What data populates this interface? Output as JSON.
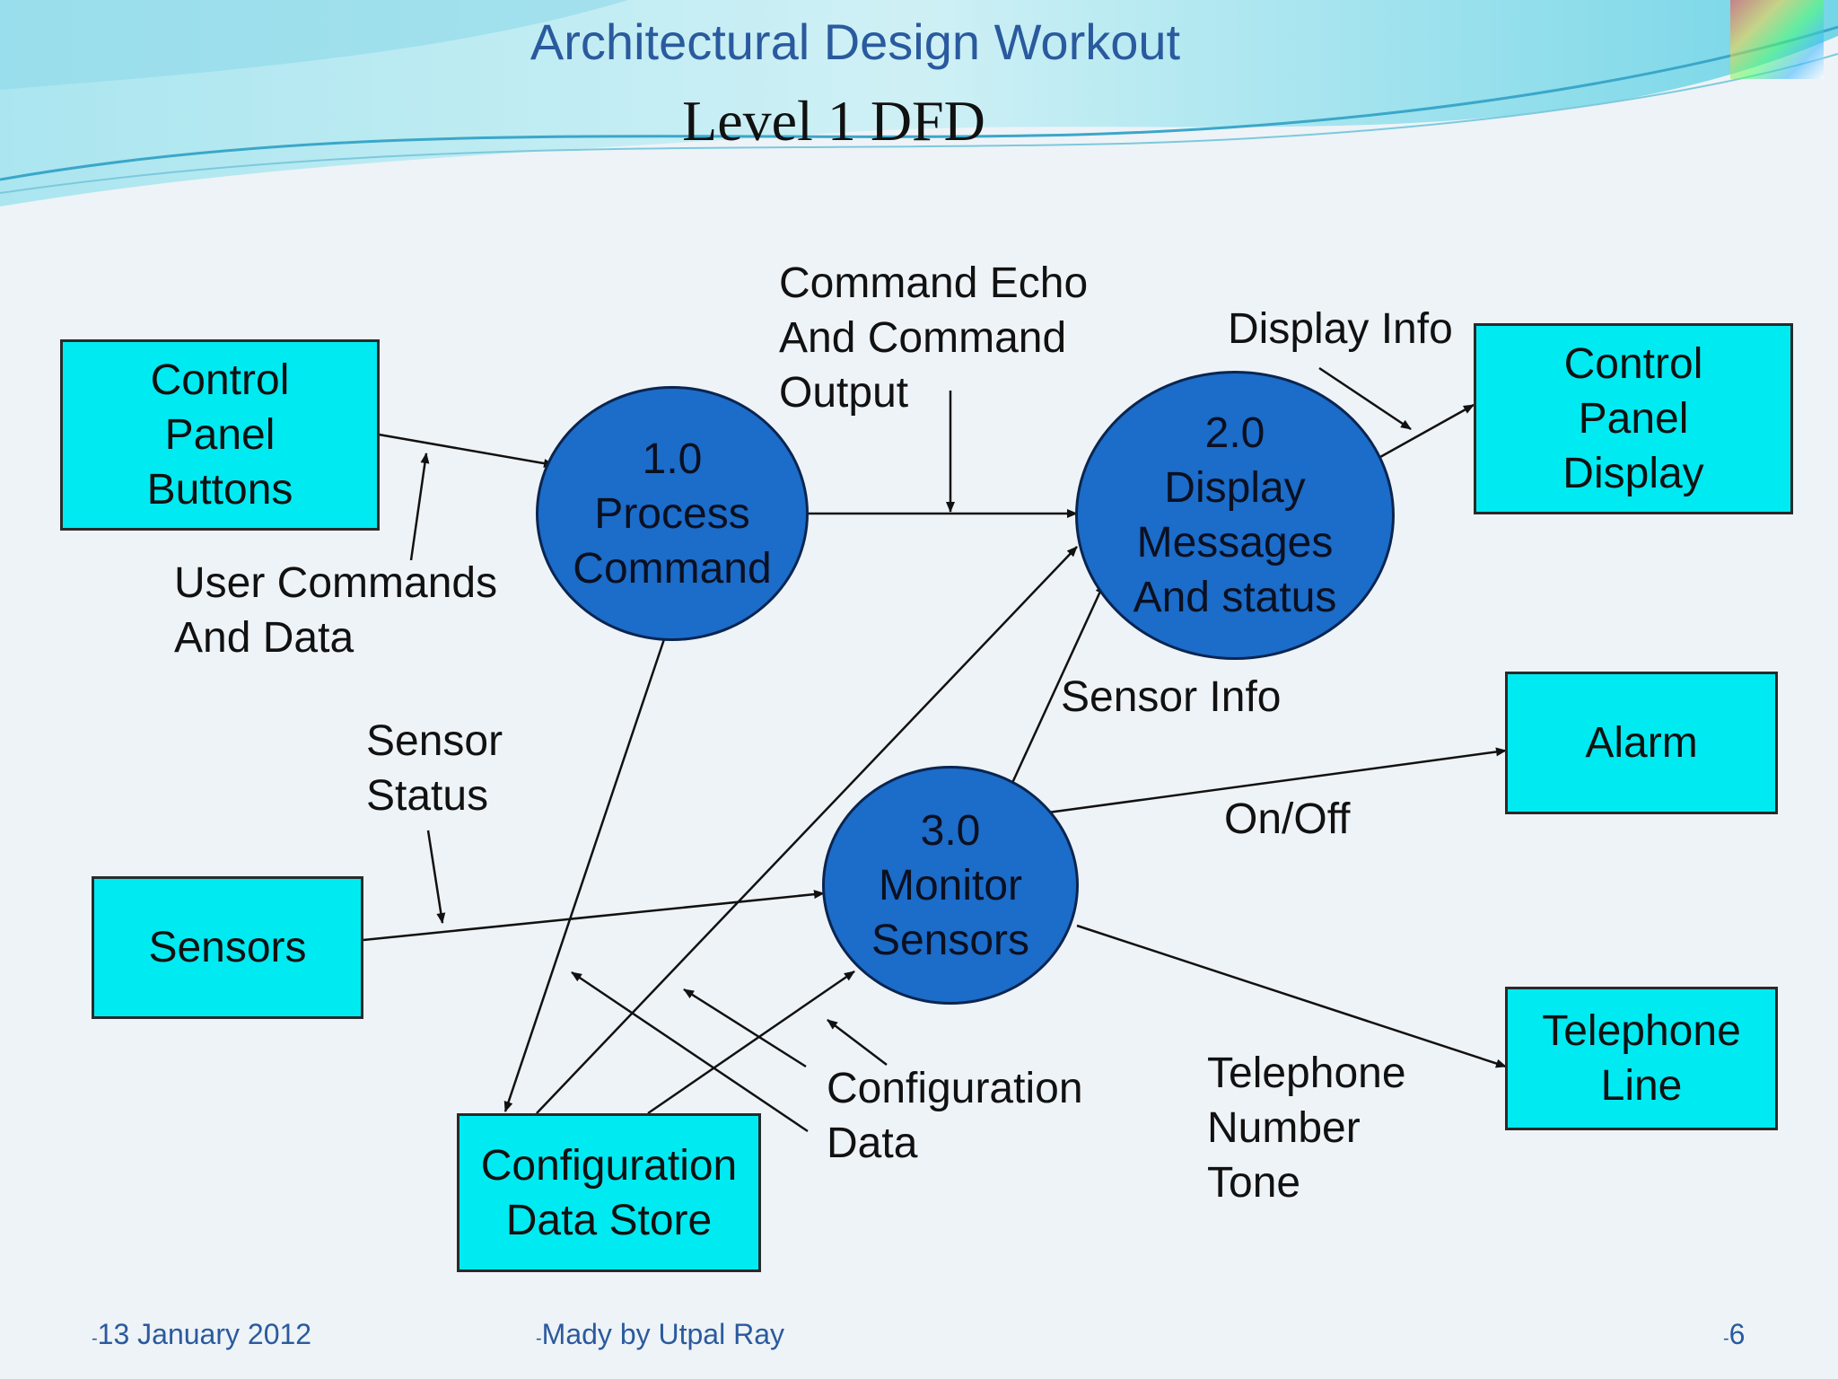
{
  "header": {
    "top_title": "Architectural Design Workout",
    "main_title": "Level 1 DFD"
  },
  "entities": {
    "control_panel_buttons": "Control\nPanel\nButtons",
    "control_panel_display": "Control\nPanel\nDisplay",
    "alarm": "Alarm",
    "sensors": "Sensors",
    "telephone_line": "Telephone\nLine",
    "config_store": "Configuration\nData Store"
  },
  "processes": {
    "p1": "1.0\nProcess\nCommand",
    "p2": "2.0\nDisplay\nMessages\nAnd status",
    "p3": "3.0\nMonitor\nSensors"
  },
  "flows": {
    "command_echo": "Command Echo\nAnd Command\nOutput",
    "display_info": "Display Info",
    "user_commands": "User Commands\nAnd Data",
    "sensor_info": "Sensor Info",
    "sensor_status": "Sensor\nStatus",
    "on_off": "On/Off",
    "configuration_data": "Configuration\nData",
    "telephone": "Telephone\nNumber\nTone"
  },
  "footer": {
    "date": "13 January 2012",
    "author": "Mady by  Utpal Ray",
    "page": "6"
  },
  "colors": {
    "entity_fill": "#00eaf2",
    "process_fill": "#1c6cc9",
    "title_blue": "#2a5a9e"
  }
}
